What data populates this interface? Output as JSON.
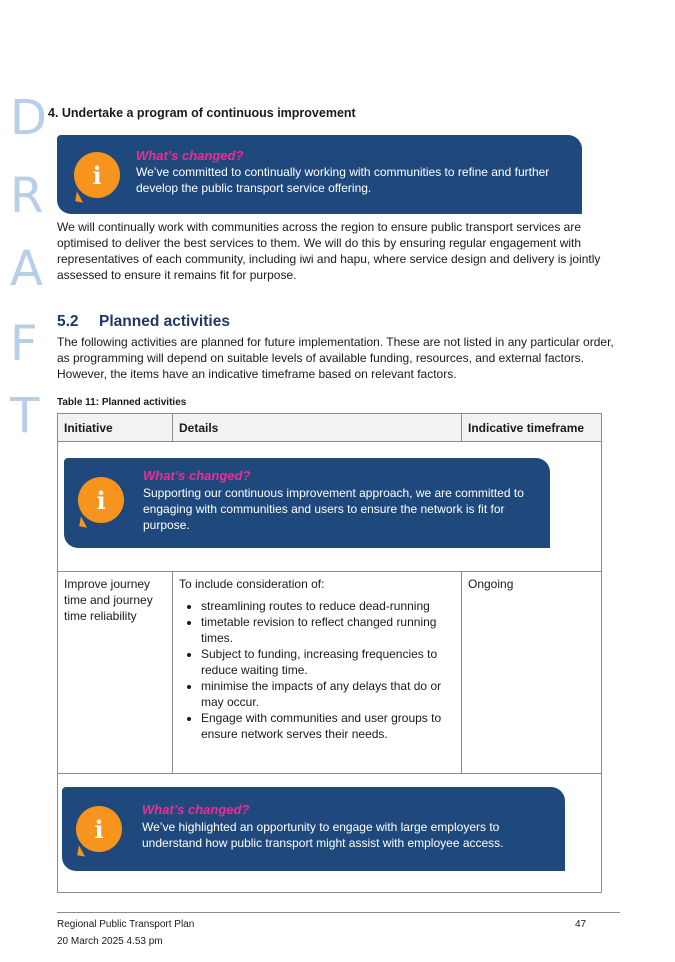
{
  "watermark": [
    "D",
    "R",
    "A",
    "F",
    "T"
  ],
  "heading_item": "4.  Undertake a program of continuous improvement",
  "callouts": [
    {
      "title": "What’s changed?",
      "text": "We’ve committed to continually working with communities to refine and further develop the public transport service offering."
    },
    {
      "title": "What’s changed?",
      "text": "Supporting our continuous improvement approach, we are committed to engaging with communities and users to ensure the network is fit for purpose."
    },
    {
      "title": "What’s changed?",
      "text": "We’ve highlighted an opportunity to engage with large employers to understand how public transport might assist with employee access."
    }
  ],
  "intro_paragraph": "We will continually work with communities across the region to ensure public transport services are optimised to deliver the best services to them. We will do this by ensuring regular engagement with representatives of each community, including iwi and hapu, where service design and delivery is jointly assessed to ensure it remains fit for purpose.",
  "section": {
    "number": "5.2",
    "title": "Planned activities"
  },
  "section_paragraph": "The following activities are planned for future implementation. These are not listed in any particular order, as programming will depend on suitable levels of available funding, resources, and external factors. However, the items have an indicative timeframe based on relevant factors.",
  "table": {
    "caption": "Table 11: Planned activities",
    "headers": [
      "Initiative",
      "Details",
      "Indicative timeframe"
    ],
    "rows": [
      {
        "initiative": "Improve journey time and journey time reliability",
        "details_intro": "To include consideration of:",
        "details_bullets": [
          "streamlining routes to reduce dead-running",
          "timetable revision to reflect changed running times.",
          "Subject to funding, increasing frequencies to reduce waiting time.",
          "minimise the impacts of any delays that do or may occur.",
          "Engage with communities and user groups to ensure network serves their needs."
        ],
        "timeframe": "Ongoing"
      }
    ]
  },
  "footer": {
    "title": "Regional Public Transport Plan",
    "date": "20 March 2025 4.53 pm",
    "page": "47"
  },
  "colors": {
    "callout_bg": "#1f497d",
    "callout_title": "#ec2e94",
    "icon": "#f7941d",
    "heading": "#1f3864",
    "watermark": "#b8cde6"
  }
}
